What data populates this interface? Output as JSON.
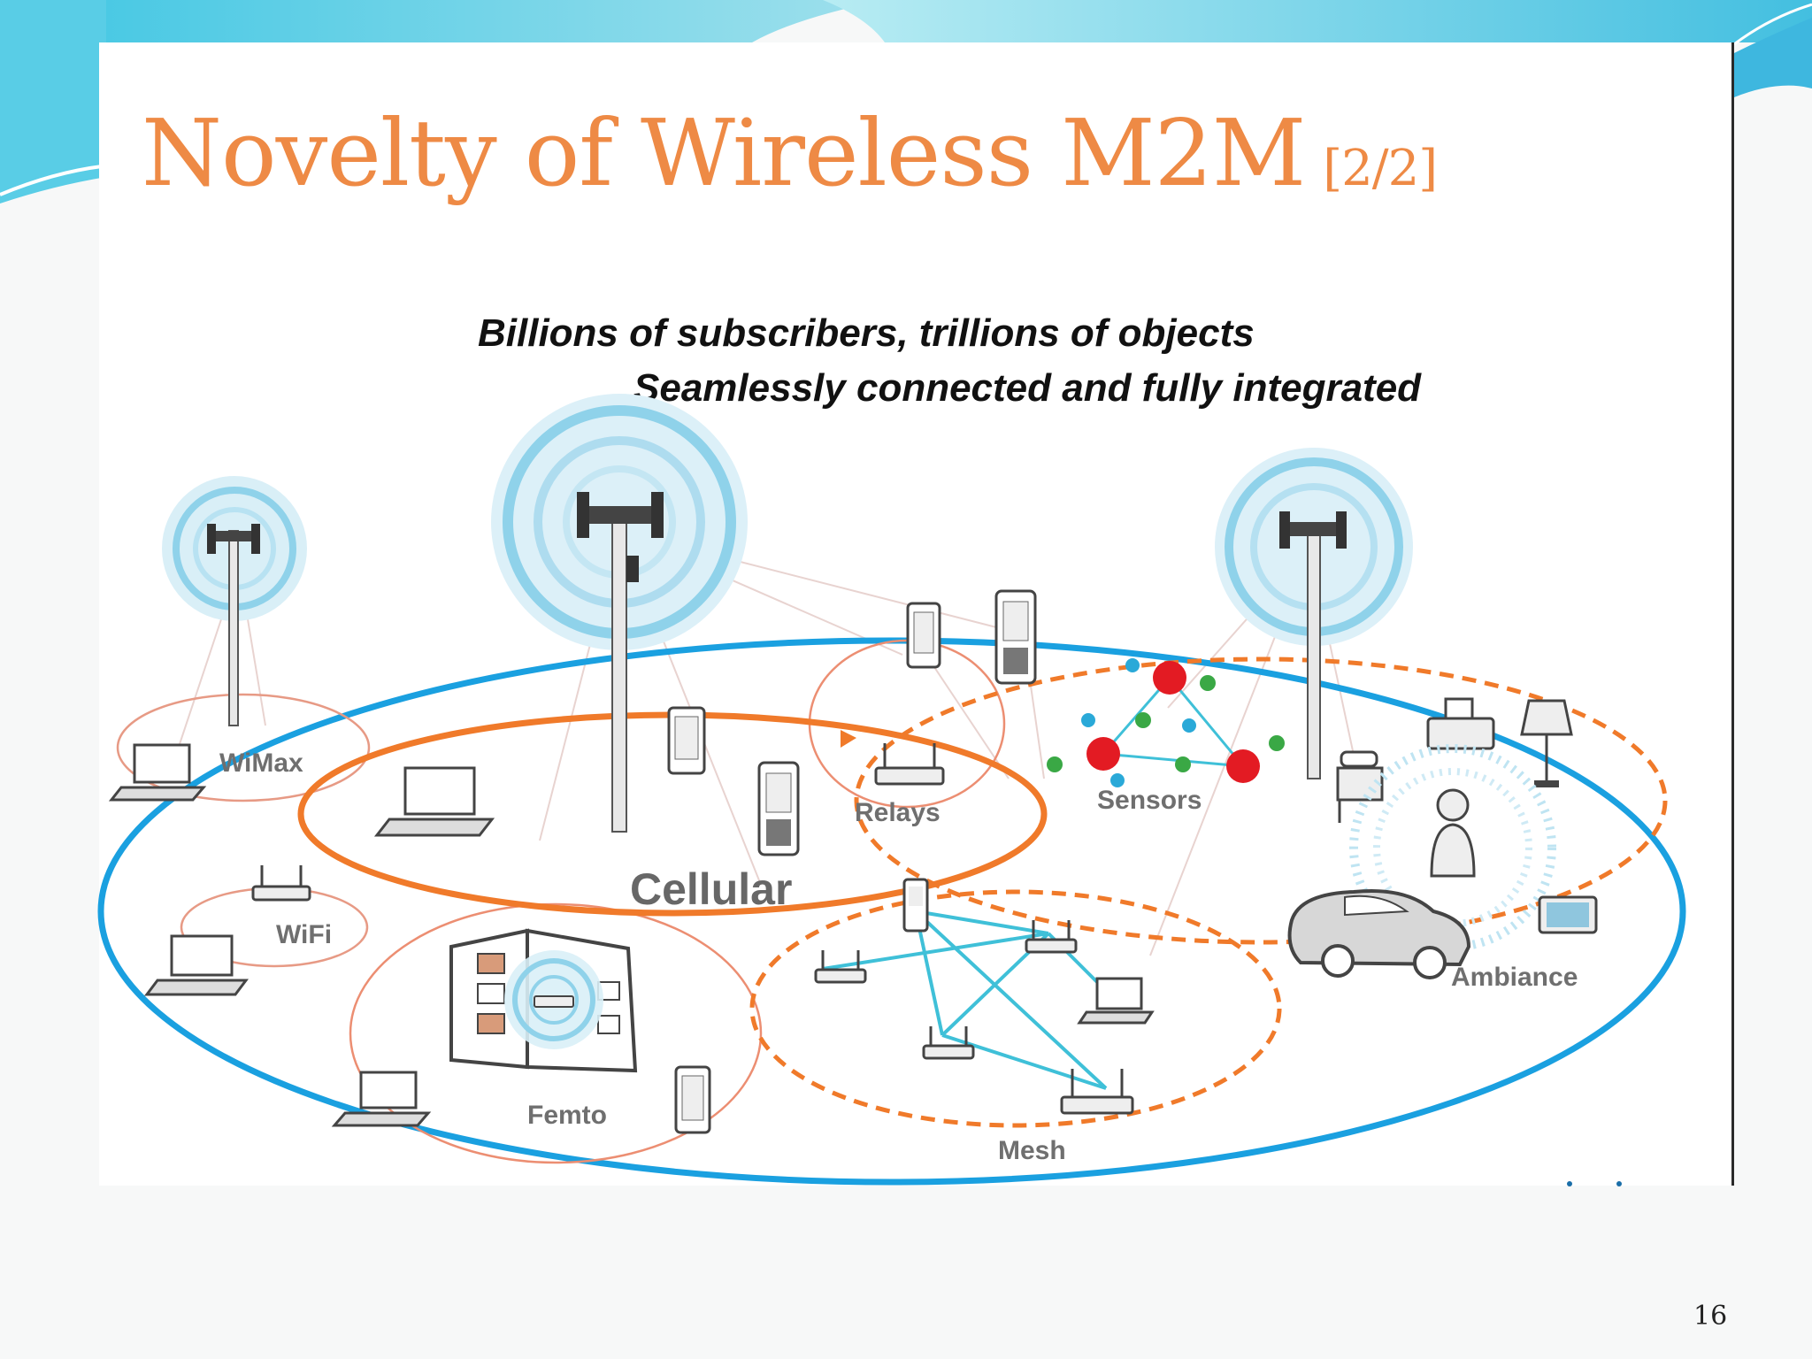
{
  "slide": {
    "title": "Novelty of Wireless M2M",
    "title_suffix": "[2/2]",
    "subtitle_line1": "Billions of subscribers, trillions of objects",
    "subtitle_line2": "Seamlessly connected and fully integrated",
    "page_number": "16"
  },
  "diagram": {
    "labels": {
      "wimax": "WiMax",
      "wifi": "WiFi",
      "cellular": "Cellular",
      "relays": "Relays",
      "sensors": "Sensors",
      "femto": "Femto",
      "mesh": "Mesh",
      "ambiance": "Ambiance"
    },
    "icons": [
      "cell-tower-icon",
      "laptop-icon",
      "smartphone-icon",
      "router-icon",
      "sensor-node-icon",
      "telephone-icon",
      "printer-icon",
      "lamp-icon",
      "car-icon",
      "person-icon",
      "building-icon",
      "tv-icon"
    ]
  },
  "colors": {
    "title": "#ee8a45",
    "network_outer": "#1aa0e0",
    "network_orange": "#f07a2a",
    "link_cyan": "#3fc0d8",
    "sensor_red": "#e31b23",
    "sensor_green": "#3aa845",
    "sensor_blue": "#2aa9d8"
  }
}
